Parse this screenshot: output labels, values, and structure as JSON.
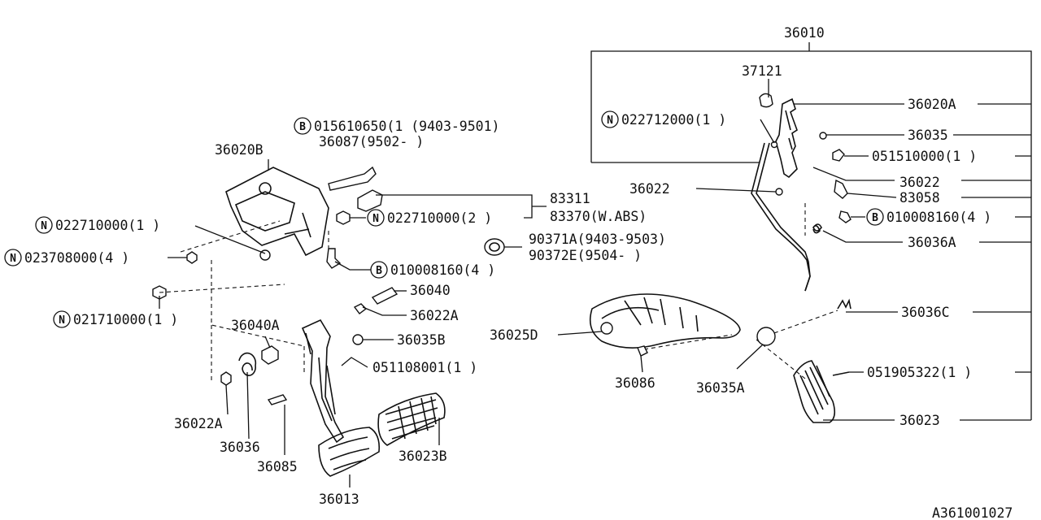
{
  "diagram_id": "A361001027",
  "labels": {
    "p36010": "36010",
    "p37121": "37121",
    "p36020A": "36020A",
    "n022712000": "022712000(1  )",
    "p36035": "36035",
    "p051510000": "051510000(1  )",
    "p36022_r": "36022",
    "p36022_c": "36022",
    "p83058": "83058",
    "b010008160_r": "010008160(4  )",
    "p36036A": "36036A",
    "p36036C": "36036C",
    "p051905322": "051905322(1  )",
    "p36023": "36023",
    "p36025D": "36025D",
    "p36086": "36086",
    "p36035A": "36035A",
    "b015610650": "015610650(1  (9403-9501)",
    "p36087": "36087(9502-      )",
    "p36020B": "36020B",
    "p83311": "83311",
    "p83370": "83370(W.ABS)",
    "n022710000_2": "022710000(2  )",
    "n022710000_1": "022710000(1  )",
    "n023708000": "023708000(4  )",
    "b010008160_l": "010008160(4  )",
    "p90371A": "90371A(9403-9503)",
    "p90372E": "90372E(9504-      )",
    "p36040": "36040",
    "p36022A_r": "36022A",
    "n021710000": "021710000(1  )",
    "p36040A": "36040A",
    "p36035B": "36035B",
    "p051108001": "051108001(1  )",
    "p36022A_l": "36022A",
    "p36036": "36036",
    "p36085": "36085",
    "p36023B": "36023B",
    "p36013": "36013"
  },
  "badges": {
    "n": "N",
    "b": "B"
  }
}
